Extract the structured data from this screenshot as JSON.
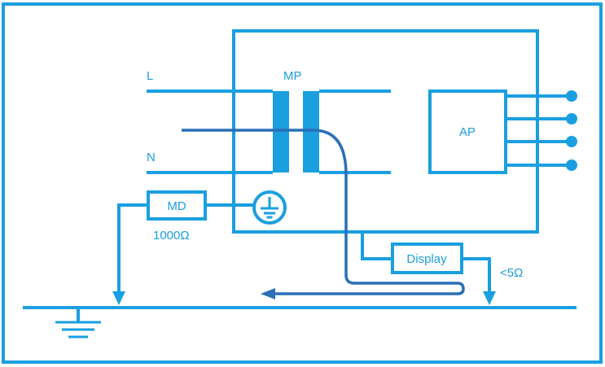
{
  "colors": {
    "primary": "#1a9fe0",
    "current_path": "#2a6fb8",
    "background": "#ffffff"
  },
  "labels": {
    "line": "L",
    "neutral": "N",
    "main_part": "MP",
    "applied_part": "AP",
    "measuring_device": "MD",
    "md_resistance": "1000Ω",
    "display": "Display",
    "ground_resistance": "<5Ω"
  },
  "icons": {
    "protective_earth": "protective-earth-symbol",
    "ground": "ground-symbol"
  }
}
